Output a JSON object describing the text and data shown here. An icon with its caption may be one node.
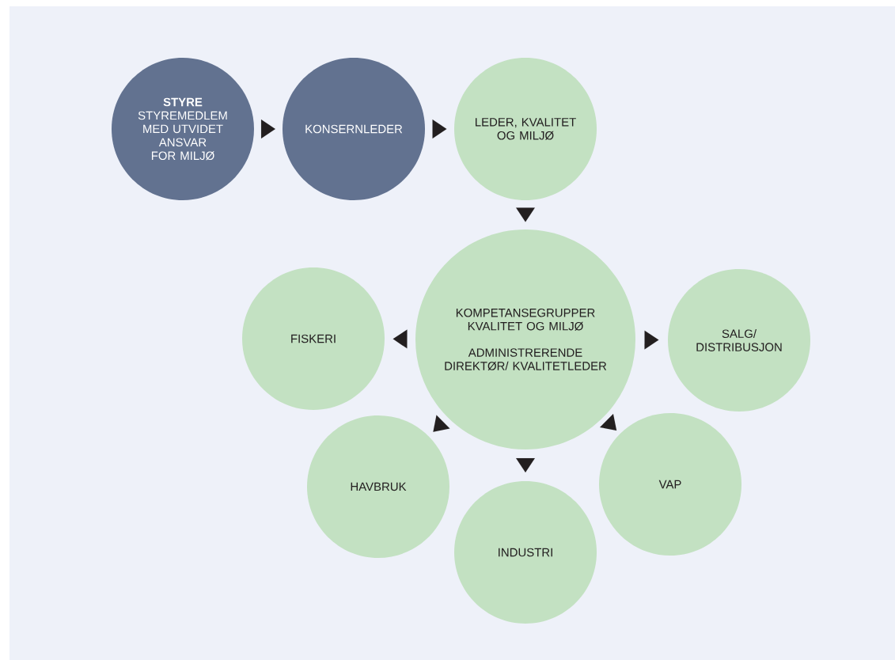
{
  "diagram": {
    "nodes": [
      {
        "text": [
          "STYRE",
          "STYREMEDLEM MED UTVIDET ANSVAR FOR MILJØ"
        ]
      },
      {
        "text": [
          "KONSERNLEDER"
        ]
      },
      {
        "text": [
          "LEDER, KVALITET OG MILJØ"
        ]
      },
      {
        "text": [
          "KOMPETANSEGRUPPER KVALITET OG MILJØ",
          "ADMINISTRERENDE DIREKTØR/ KVALITETLEDER"
        ]
      },
      {
        "text": [
          "FISKERI"
        ]
      },
      {
        "text": [
          "SALG/ DISTRIBUSJON"
        ]
      },
      {
        "text": [
          "HAVBRUK"
        ]
      },
      {
        "text": [
          "INDUSTRI"
        ]
      },
      {
        "text": [
          "VAP"
        ]
      }
    ],
    "edges": [
      {
        "from": 0,
        "to": 1,
        "arrow": "to"
      },
      {
        "from": 1,
        "to": 2,
        "arrow": "to"
      },
      {
        "from": 2,
        "to": 3,
        "arrow": "to"
      },
      {
        "from": 3,
        "to": 4,
        "arrow": "to"
      },
      {
        "from": 3,
        "to": 5,
        "arrow": "to"
      },
      {
        "from": 3,
        "to": 6,
        "arrow": "to"
      },
      {
        "from": 3,
        "to": 7,
        "arrow": "to"
      },
      {
        "from": 3,
        "to": 8,
        "arrow": "to"
      }
    ]
  }
}
